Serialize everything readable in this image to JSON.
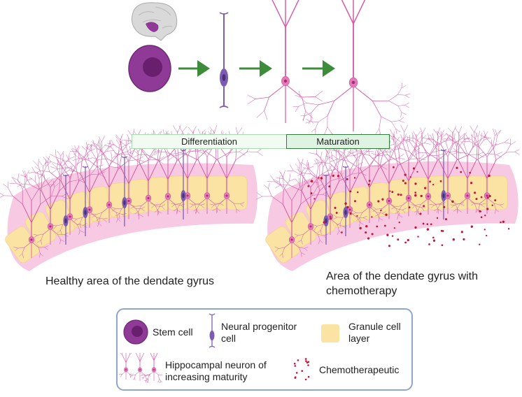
{
  "stages": {
    "differentiation_label": "Differentiation",
    "maturation_label": "Maturation"
  },
  "captions": {
    "healthy": "Healthy area of the dendate gyrus",
    "chemo": "Area of the dendate gyrus with chemotherapy"
  },
  "legend": {
    "stem_cell": "Stem cell",
    "neural_progenitor": "Neural progenitor cell",
    "granule_cell_layer": "Granule cell layer",
    "hippocampal_neuron": "Hippocampal neuron of increasing maturity",
    "chemotherapeutic": "Chemotherapeutic"
  },
  "colors": {
    "stem_cell": "#8e3a96",
    "stem_nucleus": "#6a1f6e",
    "progenitor": "#7c5cb0",
    "neuron": "#d55aa5",
    "neuron_soma": "#e57ab8",
    "granule_cell": "#fbe3a4",
    "tissue_band": "#f7c9e2",
    "arrow": "#3d8c3a",
    "chemo_dot": "#c0163b",
    "stage_mat_border": "#2e7d3a",
    "legend_border": "#8fa7cf"
  },
  "icons": {
    "brain": "brain-icon",
    "stem": "stem-cell-icon",
    "progenitor": "progenitor-icon",
    "neuron": "neuron-icon",
    "granule": "granule-swatch-icon",
    "chemo": "chemo-dots-icon"
  }
}
